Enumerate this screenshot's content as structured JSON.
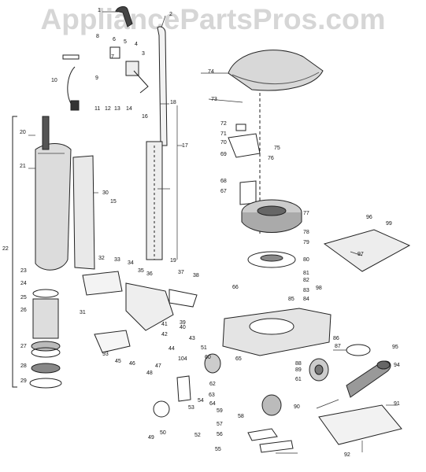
{
  "watermark": "AppliancePartsPros.com",
  "diagram": {
    "callouts": [
      "1",
      "2",
      "3",
      "4",
      "5",
      "6",
      "7",
      "8",
      "9",
      "10",
      "11",
      "12",
      "13",
      "14",
      "15",
      "16",
      "17",
      "18",
      "19",
      "20",
      "21",
      "22",
      "23",
      "24",
      "25",
      "26",
      "27",
      "28",
      "29",
      "30",
      "31",
      "32",
      "33",
      "34",
      "35",
      "36",
      "37",
      "38",
      "39",
      "40",
      "41",
      "42",
      "43",
      "44",
      "45",
      "46",
      "47",
      "48",
      "49",
      "50",
      "51",
      "52",
      "53",
      "54",
      "55",
      "56",
      "57",
      "58",
      "59",
      "60",
      "61",
      "62",
      "63",
      "64",
      "65",
      "66",
      "67",
      "68",
      "69",
      "70",
      "71",
      "72",
      "73",
      "74",
      "75",
      "76",
      "77",
      "78",
      "79",
      "80",
      "81",
      "82",
      "83",
      "84",
      "85",
      "86",
      "87",
      "88",
      "89",
      "90",
      "91",
      "92",
      "93",
      "94",
      "95",
      "96",
      "97",
      "98",
      "99",
      "104"
    ]
  }
}
